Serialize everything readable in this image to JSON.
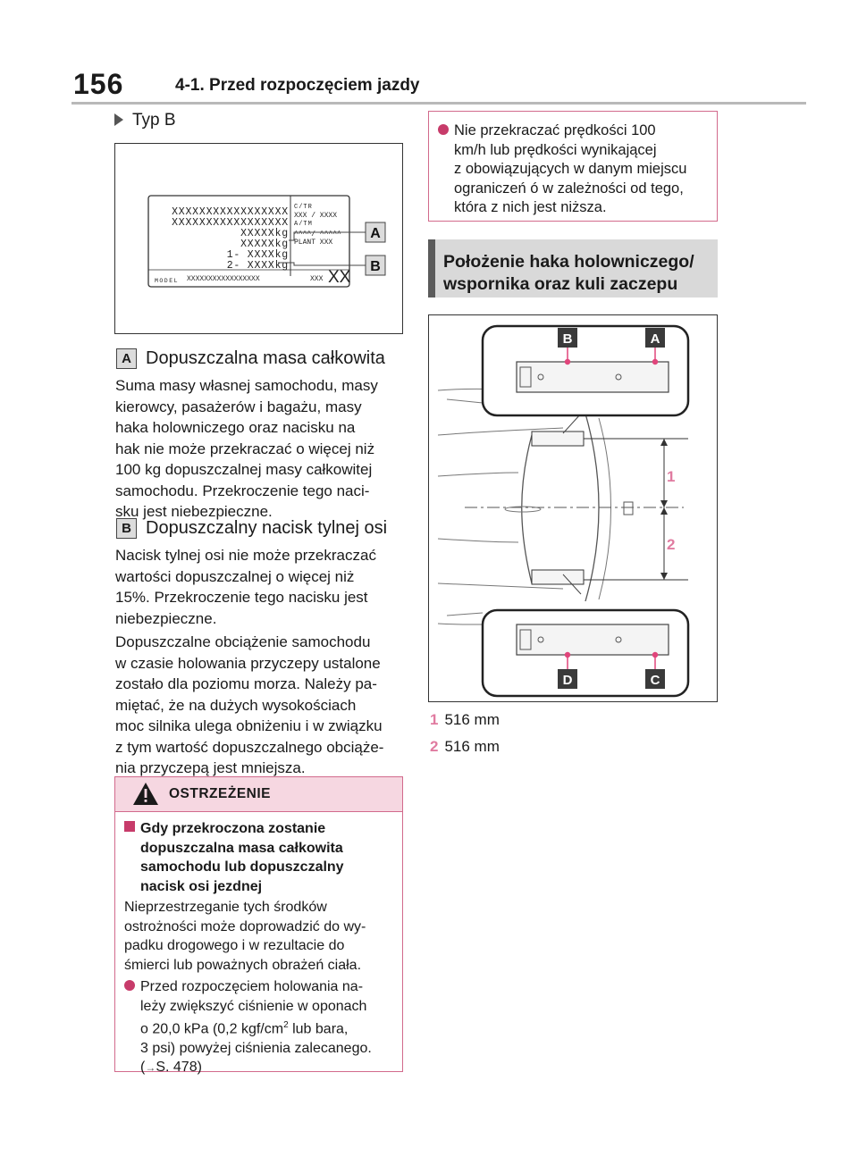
{
  "header": {
    "page_number": "156",
    "title": "4-1. Przed rozpoczęciem jazdy"
  },
  "left": {
    "type_label": "Typ B",
    "label_figure": {
      "rows": [
        "XXXXXXXXXXXXXXXXX",
        "XXXXXXXXXXXXXXXXX",
        "XXXXXkg",
        "XXXXXkg",
        "1- XXXXkg",
        "2- XXXXkg"
      ],
      "right_rows": [
        "C/TR",
        "XXX  / XXXX",
        "A/TM",
        "^^^^/ ^^^^^",
        "PLANT XXX"
      ],
      "model_label": "MODEL",
      "model_value": "XXXXXXXXXXXXXXXXX",
      "model_suffix": "XXX",
      "big_mark": "XX",
      "callout_a": "A",
      "callout_b": "B"
    },
    "section_a": {
      "badge": "A",
      "title": "Dopuszczalna masa całkowita",
      "text_lines": [
        "Suma masy własnej samochodu, masy",
        "kierowcy, pasażerów i bagażu, masy",
        "haka holowniczego oraz nacisku na",
        "hak nie może przekraczać o więcej niż",
        "100 kg dopuszczalnej masy całkowitej",
        "samochodu. Przekroczenie tego naci-",
        "sku jest niebezpieczne."
      ]
    },
    "section_b": {
      "badge": "B",
      "title": "Dopuszczalny nacisk tylnej osi",
      "text_lines": [
        "Nacisk tylnej osi nie może przekraczać",
        "wartości dopuszczalnej o więcej niż",
        "15%. Przekroczenie tego nacisku jest",
        "niebezpieczne."
      ]
    },
    "para2_lines": [
      "Dopuszczalne obciążenie samochodu",
      "w czasie holowania przyczepy ustalone",
      "zostało dla poziomu morza. Należy pa-",
      "miętać, że na dużych wysokościach",
      "moc silnika ulega obniżeniu i w związku",
      "z tym wartość dopuszczalnego obciąże-",
      "nia przyczepą jest mniejsza."
    ],
    "warning": {
      "title": "OSTRZEŻENIE",
      "subhead_lines": [
        "Gdy przekroczona zostanie",
        "dopuszczalna masa całkowita",
        "samochodu lub dopuszczalny",
        "nacisk osi jezdnej"
      ],
      "body_lines": [
        "Nieprzestrzeganie tych środków",
        "ostrożności może doprowadzić do wy-",
        "padku drogowego i w rezultacie do",
        "śmierci lub poważnych obrażeń ciała."
      ],
      "bullet_lines": [
        "Przed rozpoczęciem holowania na-",
        "leży zwiększyć ciśnienie w oponach",
        "o 20,0 kPa (0,2 kgf/cm",
        "lub bara,",
        "3 psi) powyżej ciśnienia zalecanego.",
        "(",
        "S. 478)"
      ],
      "superscript": "2",
      "arrow": "→"
    }
  },
  "right": {
    "note_lines": [
      "Nie przekraczać prędkości 100",
      "km/h lub prędkości wynikającej",
      "z obowiązujących w danym miejscu",
      "ograniczeń ó w zależności od tego,",
      "która z nich jest niższa."
    ],
    "heading_lines": [
      "Położenie haka holowniczego/",
      "wspornika oraz kuli zaczepu"
    ],
    "diagram_labels": {
      "a": "A",
      "b": "B",
      "c": "C",
      "d": "D",
      "dim1": "1",
      "dim2": "2"
    },
    "measurements": [
      {
        "num": "1",
        "value": "516 mm"
      },
      {
        "num": "2",
        "value": "516 mm"
      }
    ]
  },
  "colors": {
    "accent_pink": "#c73b6a",
    "warning_bg": "#f6d7e1",
    "heading_bg": "#d9d9d9",
    "label_dark": "#3a3a3a"
  }
}
